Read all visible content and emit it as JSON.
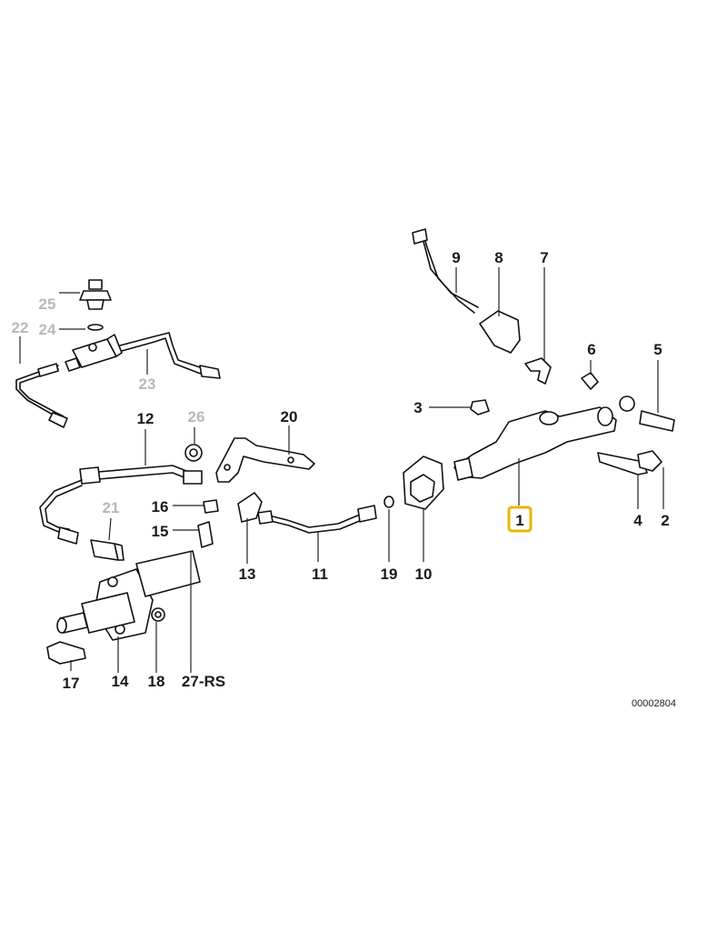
{
  "diagram": {
    "reference_code": "00002804",
    "highlight_color": "#e8b700",
    "callouts": {
      "c1": "1",
      "c2": "2",
      "c3": "3",
      "c4": "4",
      "c5": "5",
      "c6": "6",
      "c7": "7",
      "c8": "8",
      "c9": "9",
      "c10": "10",
      "c11": "11",
      "c12": "12",
      "c13": "13",
      "c14": "14",
      "c15": "15",
      "c16": "16",
      "c17": "17",
      "c18": "18",
      "c19": "19",
      "c20": "20",
      "c21": "21",
      "c22": "22",
      "c23": "23",
      "c24": "24",
      "c25": "25",
      "c26": "26",
      "c27": "27-RS"
    },
    "highlighted_part": "1"
  }
}
